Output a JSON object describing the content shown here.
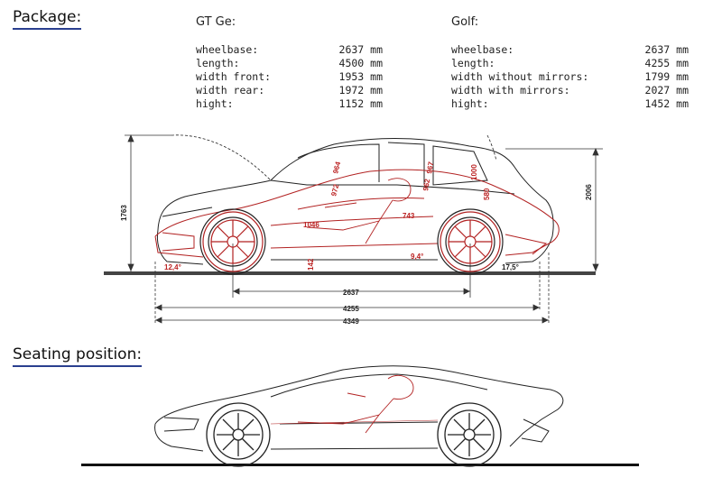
{
  "headings": {
    "package": "Package:",
    "seating": "Seating position:"
  },
  "gt": {
    "title": "GT Ge:",
    "rows": [
      {
        "label": "wheelbase:",
        "value": "2637 mm"
      },
      {
        "label": "length:",
        "value": "4500 mm"
      },
      {
        "label": "width front:",
        "value": "1953 mm"
      },
      {
        "label": "width rear:",
        "value": "1972 mm"
      },
      {
        "label": "hight:",
        "value": "1152 mm"
      }
    ]
  },
  "golf": {
    "title": "Golf:",
    "rows": [
      {
        "label": "wheelbase:",
        "value": "2637 mm"
      },
      {
        "label": "length:",
        "value": "4255 mm"
      },
      {
        "label": "width without mirrors:",
        "value": "1799 mm"
      },
      {
        "label": "width with mirrors:",
        "value": "2027 mm"
      },
      {
        "label": "hight:",
        "value": "1452 mm"
      }
    ]
  },
  "dimensions": {
    "height_left": "1763",
    "height_right": "2006",
    "wheelbase": "2637",
    "length_golf": "4255",
    "length_total": "4349",
    "angle_front": "12,4°",
    "angle_rear": "17,5°",
    "angle_mid": "9,4°",
    "ground_clear": "142",
    "interior_1": "964",
    "interior_2": "972",
    "interior_3": "967",
    "interior_4": "962",
    "interior_5": "1000",
    "interior_6": "580",
    "interior_7": "1046",
    "interior_8": "743"
  },
  "colors": {
    "heading_underline": "#2a3f8f",
    "overlay_red": "#b22222",
    "line_dark": "#222222"
  }
}
